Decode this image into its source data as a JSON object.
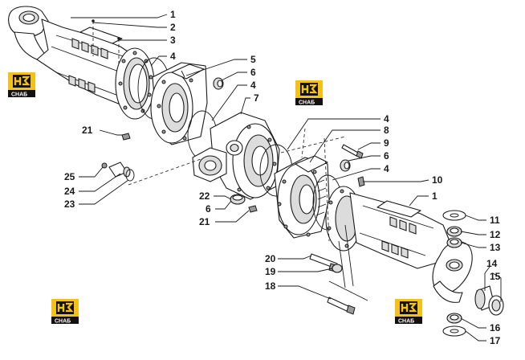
{
  "logo": {
    "letters": "НЗ",
    "word": "СНАБ",
    "colors": {
      "yellow": "#f2c21b",
      "black": "#111111",
      "white": "#ffffff"
    }
  },
  "callouts": [
    {
      "id": "c1",
      "label": "1"
    },
    {
      "id": "c2",
      "label": "2"
    },
    {
      "id": "c3",
      "label": "3"
    },
    {
      "id": "c4a",
      "label": "4"
    },
    {
      "id": "c5",
      "label": "5"
    },
    {
      "id": "c6a",
      "label": "6"
    },
    {
      "id": "c4b",
      "label": "4"
    },
    {
      "id": "c7",
      "label": "7"
    },
    {
      "id": "c4c",
      "label": "4"
    },
    {
      "id": "c8",
      "label": "8"
    },
    {
      "id": "c9",
      "label": "9"
    },
    {
      "id": "c6b",
      "label": "6"
    },
    {
      "id": "c4d",
      "label": "4"
    },
    {
      "id": "c10",
      "label": "10"
    },
    {
      "id": "c1b",
      "label": "1"
    },
    {
      "id": "c11",
      "label": "11"
    },
    {
      "id": "c12",
      "label": "12"
    },
    {
      "id": "c13",
      "label": "13"
    },
    {
      "id": "c14",
      "label": "14"
    },
    {
      "id": "c15",
      "label": "15"
    },
    {
      "id": "c16",
      "label": "16"
    },
    {
      "id": "c17",
      "label": "17"
    },
    {
      "id": "c21a",
      "label": "21"
    },
    {
      "id": "c25",
      "label": "25"
    },
    {
      "id": "c24",
      "label": "24"
    },
    {
      "id": "c23",
      "label": "23"
    },
    {
      "id": "c22",
      "label": "22"
    },
    {
      "id": "c6c",
      "label": "6"
    },
    {
      "id": "c21b",
      "label": "21"
    },
    {
      "id": "c20",
      "label": "20"
    },
    {
      "id": "c19",
      "label": "19"
    },
    {
      "id": "c18",
      "label": "18"
    }
  ]
}
